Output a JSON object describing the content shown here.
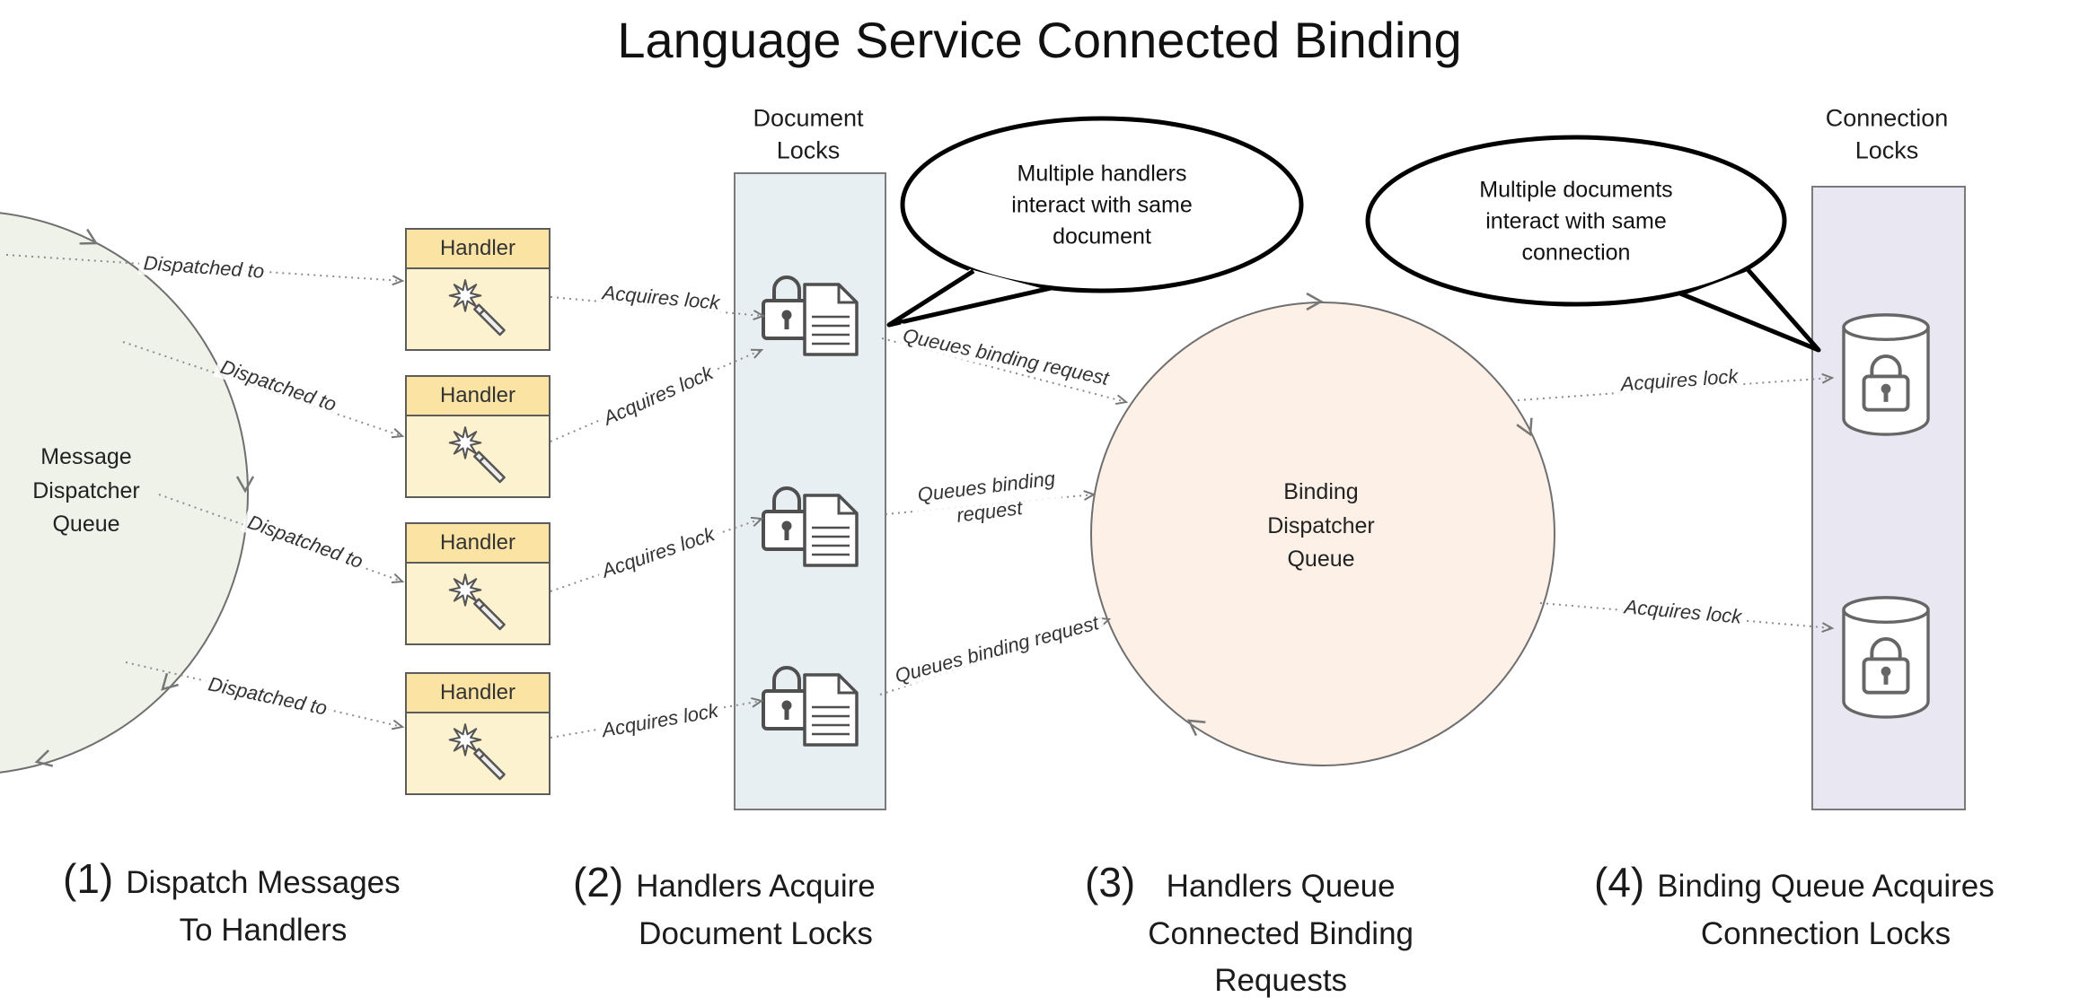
{
  "title": "Language Service Connected Binding",
  "shapes": {
    "message_queue_label": "Message\nDispatcher\nQueue",
    "binding_queue_label": "Binding\nDispatcher\nQueue",
    "document_locks_header": "Document\nLocks",
    "connection_locks_header": "Connection\nLocks"
  },
  "handler_boxes": [
    {
      "label": "Handler"
    },
    {
      "label": "Handler"
    },
    {
      "label": "Handler"
    },
    {
      "label": "Handler"
    }
  ],
  "bubbles": {
    "handlers": "Multiple handlers\ninteract with same\ndocument",
    "documents": "Multiple documents\ninteract with same\nconnection"
  },
  "edge_labels": {
    "dispatched_to": "Dispatched to",
    "acquires_lock": "Acquires lock",
    "queues_binding_request": "Queues binding request",
    "queues_binding_request_wrapped": "Queues binding\nrequest"
  },
  "captions": [
    {
      "num": "(1)",
      "text": "Dispatch Messages\nTo Handlers"
    },
    {
      "num": "(2)",
      "text": "Handlers Acquire\nDocument Locks"
    },
    {
      "num": "(3)",
      "text": "Handlers Queue\nConnected Binding\nRequests"
    },
    {
      "num": "(4)",
      "text": "Binding Queue Acquires\nConnection Locks"
    }
  ],
  "icons": {
    "handler": "magic-wand",
    "document_lock": "padlock-with-document",
    "connection_lock": "database-with-padlock"
  },
  "colors": {
    "handler_header": "#fbe3a3",
    "handler_body": "#fdf2cf",
    "document_locks_fill": "#e7eff3",
    "connection_locks_fill": "#e9e8f2",
    "message_queue_fill": "#eef2e9",
    "binding_queue_fill": "#fcf0e7",
    "edge": "#8c8c8c",
    "bubble_border": "#000000"
  }
}
